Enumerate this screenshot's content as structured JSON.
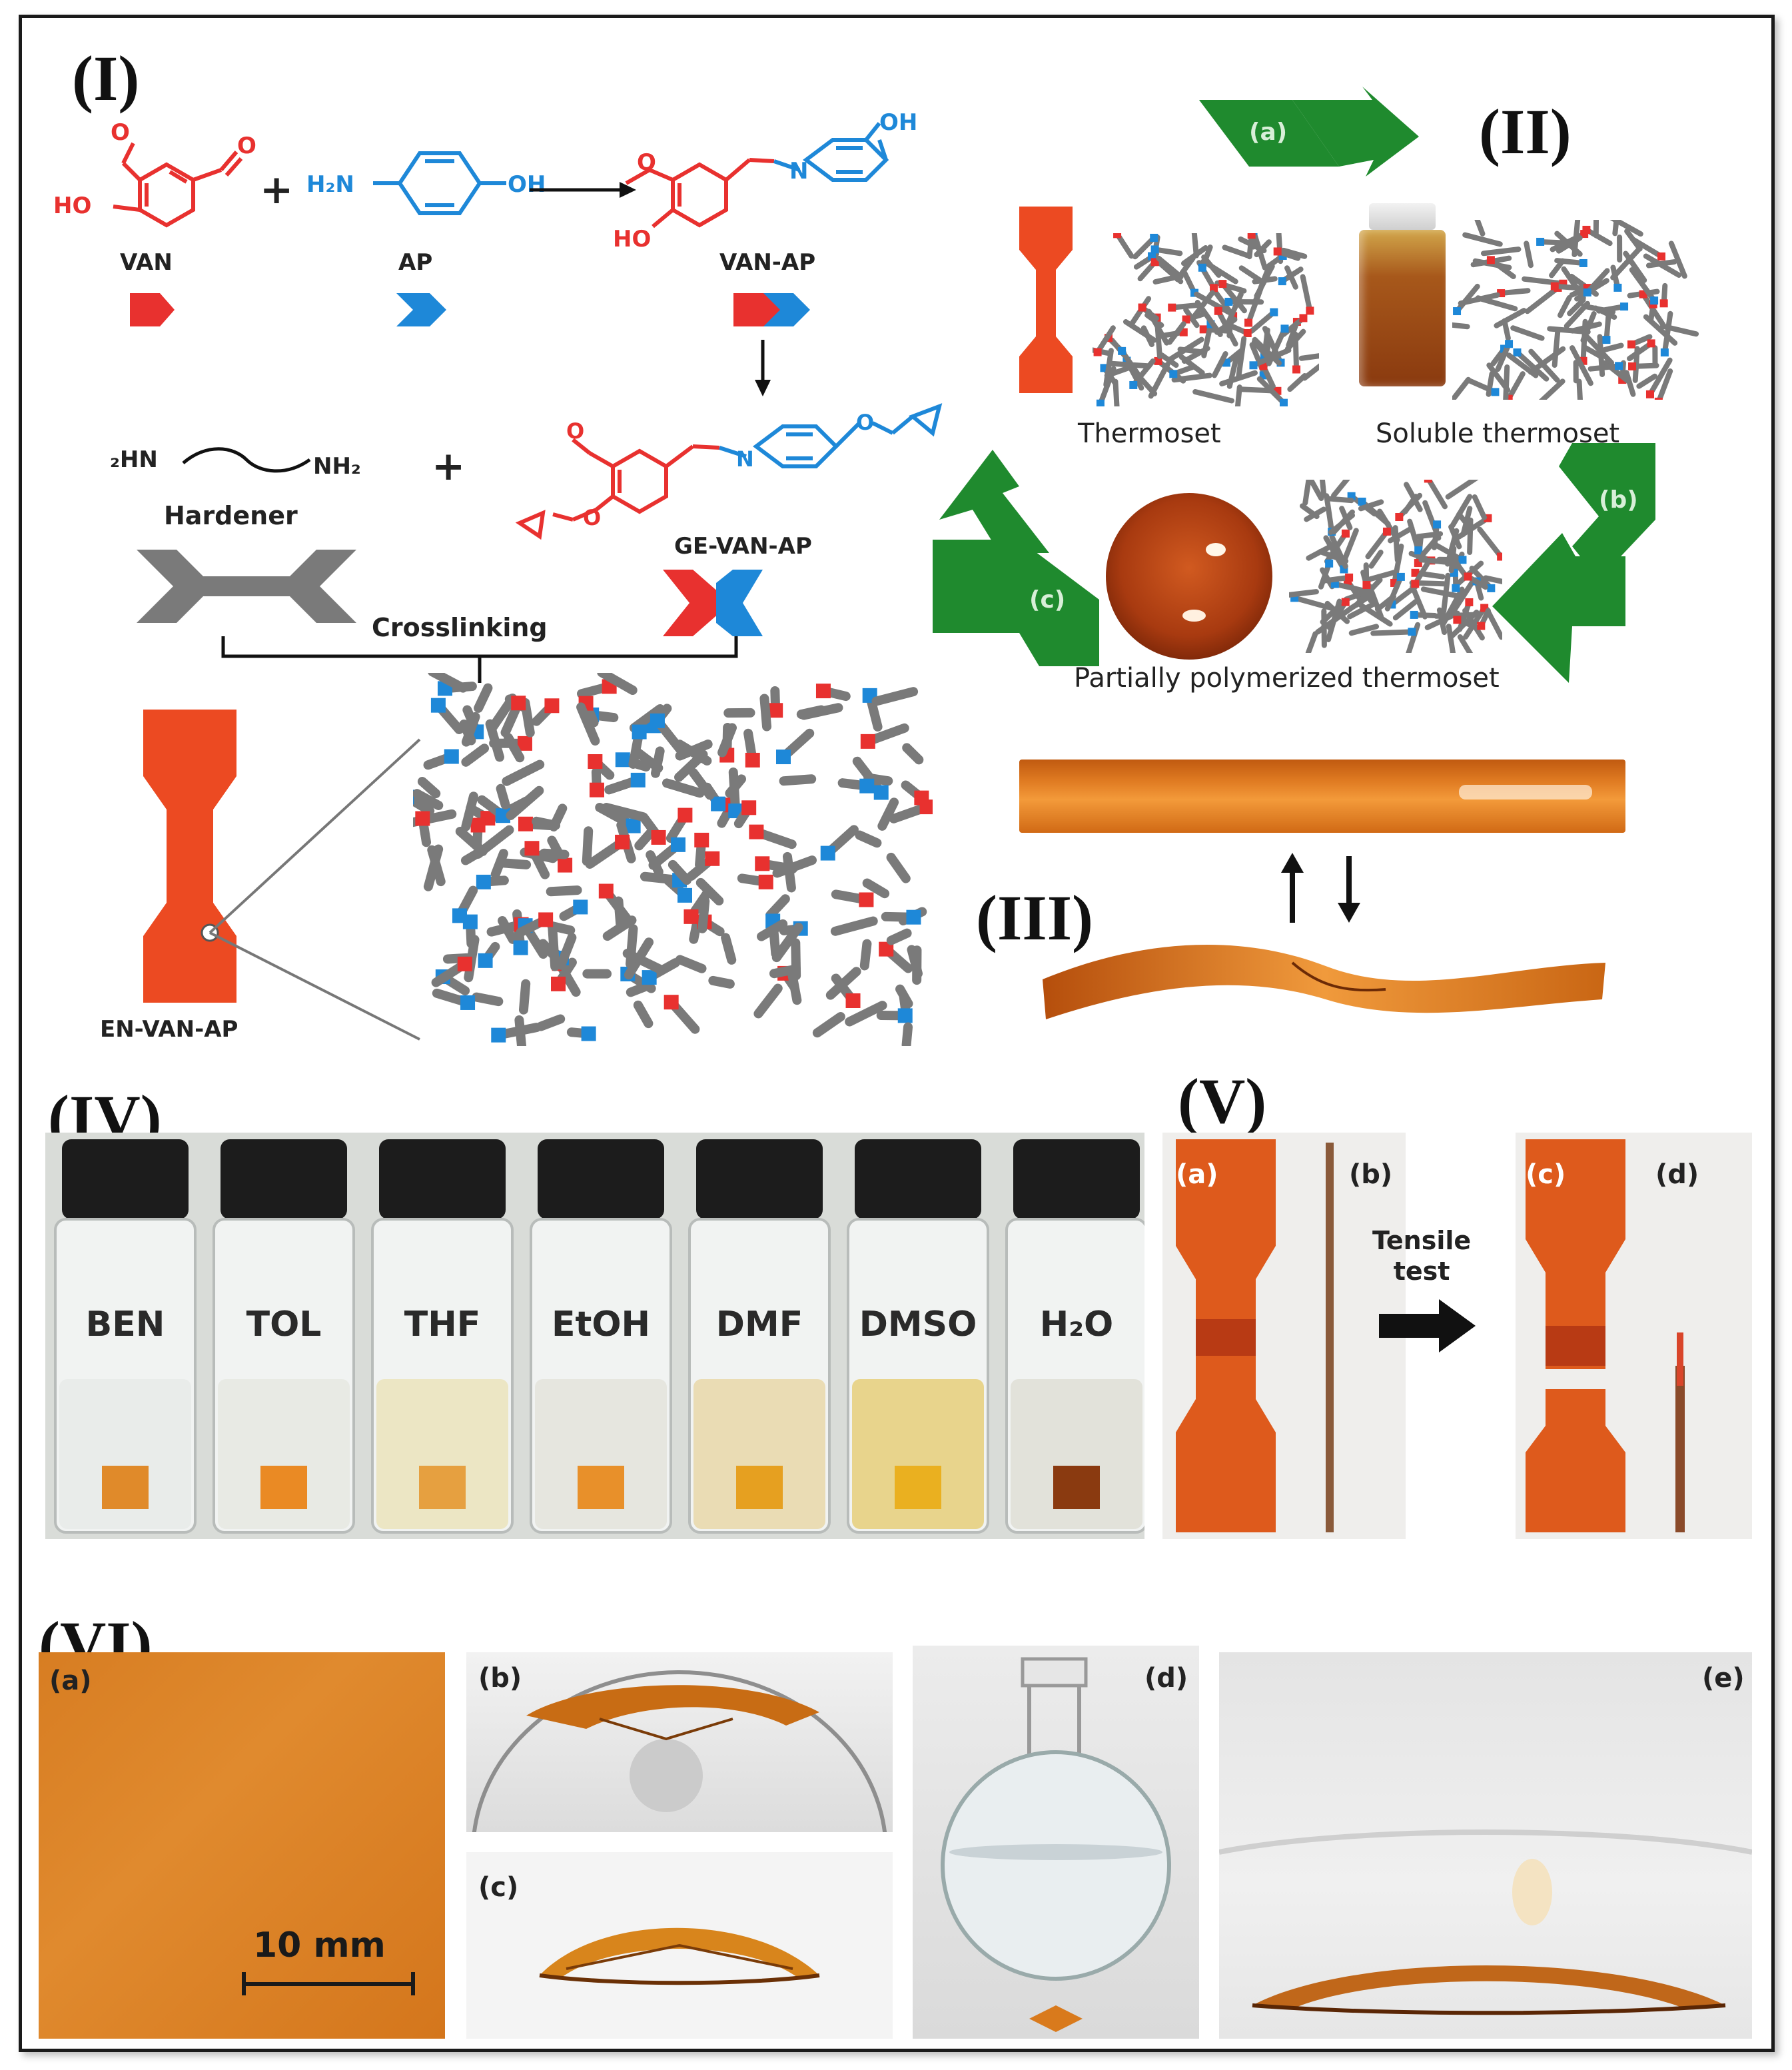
{
  "panels": {
    "I": {
      "label": "(I)",
      "oh_label": "OH",
      "ho_label": "HO",
      "h2n_label": "H₂N",
      "hn_label": "₂HN",
      "nh2_label": "NH₂",
      "n_label": "N",
      "plus": "+",
      "compounds": {
        "van": "VAN",
        "ap": "AP",
        "van_ap": "VAN-AP",
        "hardener": "Hardener",
        "ge_van_ap": "GE-VAN-AP",
        "en_van_ap": "EN-VAN-AP"
      },
      "crosslinking": "Crosslinking"
    },
    "II": {
      "label": "(II)",
      "arrow_a": "(a)",
      "arrow_b": "(b)",
      "arrow_c": "(c)",
      "thermoset": "Thermoset",
      "soluble_thermoset": "Soluble thermoset",
      "partially_polymerized": "Partially polymerized thermoset"
    },
    "III": {
      "label": "(III)"
    },
    "IV": {
      "label": "(IV)",
      "solvents": [
        "BEN",
        "TOL",
        "THF",
        "EtOH",
        "DMF",
        "DMSO",
        "H₂O"
      ]
    },
    "V": {
      "label": "(V)",
      "a": "(a)",
      "b": "(b)",
      "c": "(c)",
      "d": "(d)",
      "tensile_test": "Tensile\ntest"
    },
    "VI": {
      "label": "(VI)",
      "a": "(a)",
      "b": "(b)",
      "c": "(c)",
      "d": "(d)",
      "e": "(e)",
      "scale_bar": "10 mm"
    }
  },
  "colors": {
    "van_red": "#e8312f",
    "ap_blue": "#1e88d8",
    "network_gray": "#7a7a7a",
    "recycle_green": "#1f8a2e",
    "film_orange": "#d9701c"
  }
}
